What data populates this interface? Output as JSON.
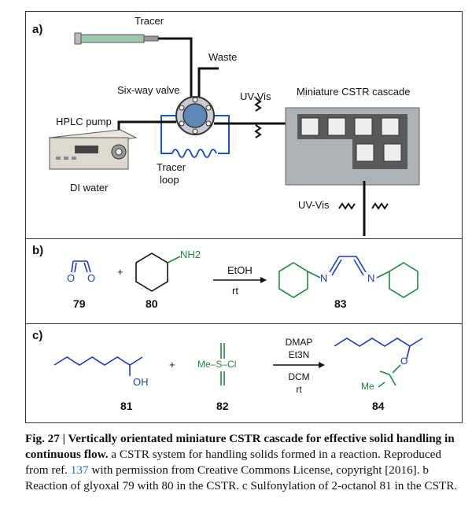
{
  "panel_a": {
    "label": "a)",
    "tracer": "Tracer",
    "waste": "Waste",
    "six_way_valve": "Six-way valve",
    "uv_vis_top": "UV-Vis",
    "cstr_cascade": "Miniature CSTR cascade",
    "hplc_pump": "HPLC pump",
    "tracer_loop_1": "Tracer",
    "tracer_loop_2": "loop",
    "di_water": "DI water",
    "uv_vis_bottom": "UV-Vis"
  },
  "panel_b": {
    "label": "b)",
    "plus": "+",
    "nh2": "NH2",
    "solvent": "EtOH",
    "temp": "rt",
    "n_left": "N",
    "n_right": "N",
    "o_left": "O",
    "o_right": "O",
    "cmpd_79": "79",
    "cmpd_80": "80",
    "cmpd_83": "83"
  },
  "panel_c": {
    "label": "c)",
    "plus": "+",
    "oh": "OH",
    "ms_reagent": "Me–S–Cl",
    "reagent_1": "DMAP",
    "reagent_2": "Et3N",
    "solvent": "DCM",
    "temp": "rt",
    "o_ester": "O",
    "ms_product": "Me",
    "cmpd_81": "81",
    "cmpd_82": "82",
    "cmpd_84": "84"
  },
  "caption": {
    "title": "Fig. 27 | Vertically orientated miniature CSTR cascade for effective solid handling in continuous flow.",
    "part_a": "a CSTR system for handling solids formed in a reaction. Reproduced from ref.",
    "ref": "137",
    "part_a_rest": "with permission from Creative Commons License, copyright [2016].",
    "part_b": "b Reaction of glyoxal 79 with 80 in the CSTR.",
    "part_c": "c Sulfonylation of 2-octanol 81 in the CSTR."
  },
  "colors": {
    "blue": "#1a3fb8",
    "green": "#1f8a3a",
    "black": "#111111"
  }
}
